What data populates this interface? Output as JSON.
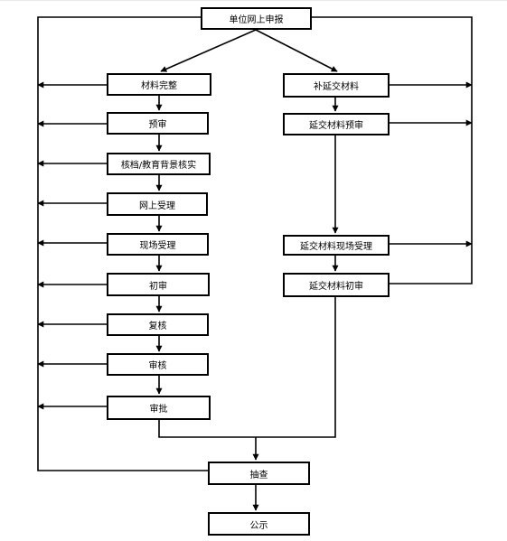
{
  "nodes": {
    "online_report": "单位网上申报",
    "complete": "材料完整",
    "supplement": "补延交材料",
    "pre_review": "预审",
    "late_pre_review": "延交材料预审",
    "verify_background": "核档/教育背景核实",
    "online_accept": "网上受理",
    "onsite_accept": "现场受理",
    "late_onsite_accept": "延交材料现场受理",
    "first_review": "初审",
    "late_first_review": "延交材料初审",
    "recheck": "复核",
    "audit": "审核",
    "approve": "审批",
    "spot_check": "抽查",
    "publicize": "公示"
  }
}
